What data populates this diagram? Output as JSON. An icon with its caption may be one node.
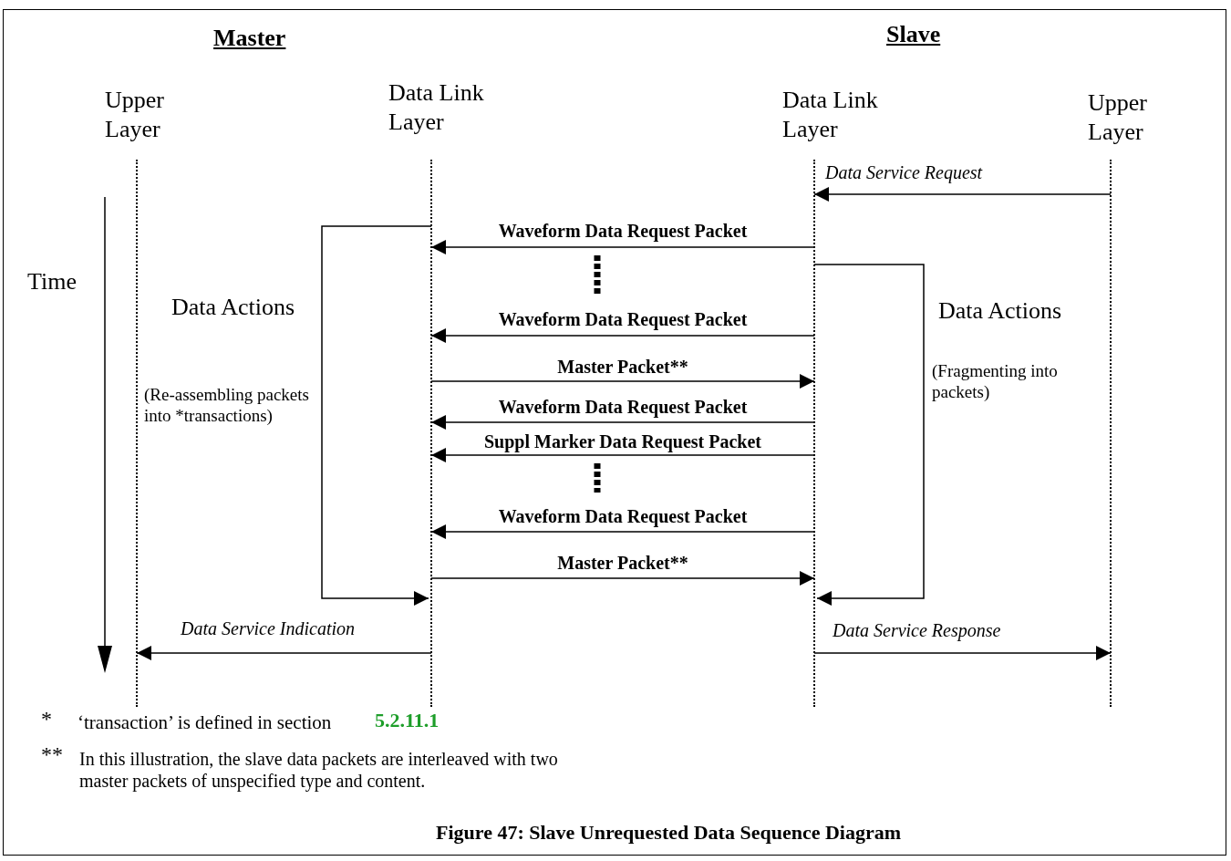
{
  "diagram": {
    "caption": "Figure 47: Slave Unrequested Data Sequence Diagram",
    "nodes": [
      {
        "text": [
          "Upper Layer"
        ]
      },
      {
        "text": [
          "Data Link Layer"
        ]
      },
      {
        "text": [
          "Data Link Layer"
        ]
      },
      {
        "text": [
          "Upper Layer"
        ]
      }
    ],
    "edges": [
      {
        "from": 3,
        "to": 2,
        "arrow": "to",
        "label": "Data Service Request"
      },
      {
        "from": 2,
        "to": 1,
        "arrow": "to",
        "label": "Waveform Data Request Packet"
      },
      {
        "from": 2,
        "to": 1,
        "arrow": "to",
        "label": "Waveform Data Request Packet"
      },
      {
        "from": 1,
        "to": 2,
        "arrow": "to",
        "label": "Master Packet**"
      },
      {
        "from": 2,
        "to": 1,
        "arrow": "to",
        "label": "Waveform Data Request Packet"
      },
      {
        "from": 2,
        "to": 1,
        "arrow": "to",
        "label": "Suppl Marker Data Request Packet"
      },
      {
        "from": 2,
        "to": 1,
        "arrow": "to",
        "label": "Waveform Data Request Packet"
      },
      {
        "from": 1,
        "to": 2,
        "arrow": "to",
        "label": "Master Packet**"
      },
      {
        "from": 1,
        "to": 0,
        "arrow": "to",
        "label": "Data Service Indication"
      },
      {
        "from": 2,
        "to": 3,
        "arrow": "to",
        "label": "Data Service Response"
      },
      {
        "from": 1,
        "to": 1,
        "arrow": "to",
        "label": "Data Actions"
      },
      {
        "from": 2,
        "to": 2,
        "arrow": "to",
        "label": "Data Actions"
      }
    ],
    "labels": [
      "Master",
      "Slave",
      "Time",
      "(Re-assembling packets into *transactions)",
      "(Fragmenting into packets)",
      "*",
      "‘transaction’ is defined in section",
      "5.2.11.1",
      "**",
      "In this illustration, the slave data packets are interleaved with two master packets of unspecified type and content."
    ]
  }
}
